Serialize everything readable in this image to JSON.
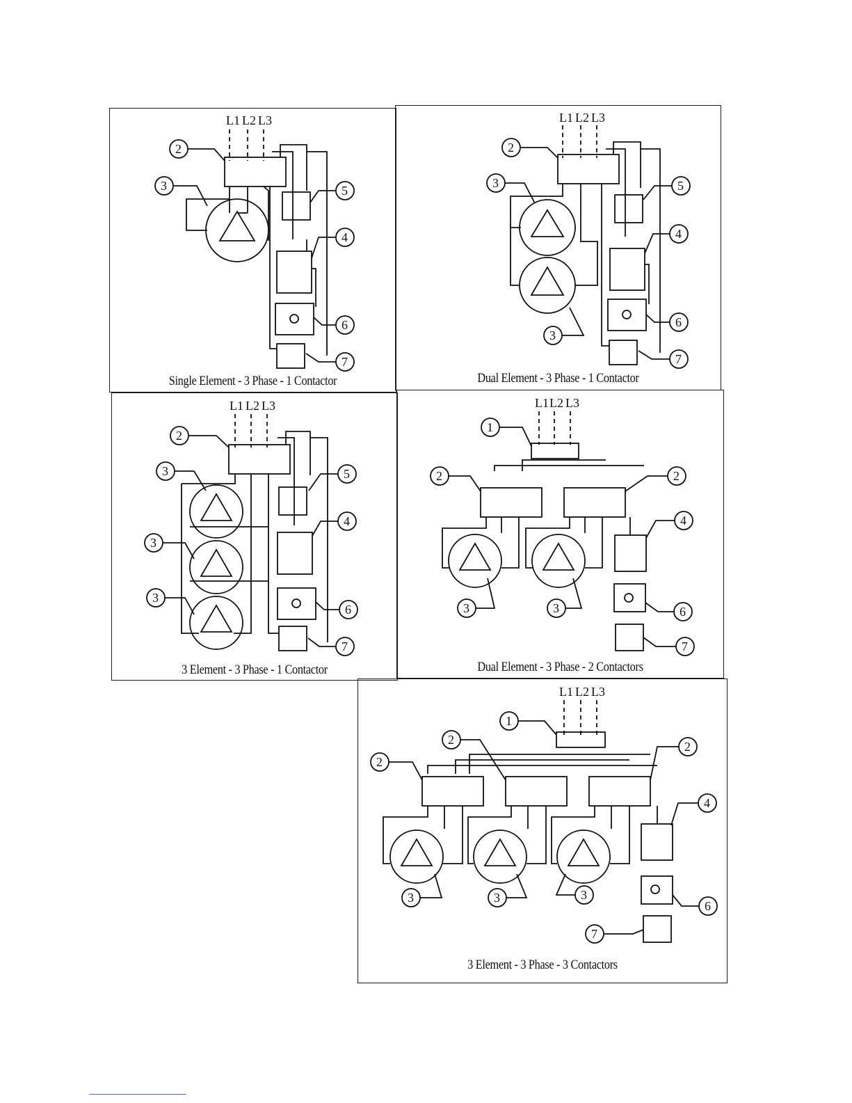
{
  "panels": [
    {
      "caption": "Single Element - 3 Phase - 1 Contactor",
      "lines": [
        "L1",
        "L2",
        "L3"
      ],
      "callouts": [
        "2",
        "3",
        "5",
        "4",
        "6",
        "7"
      ]
    },
    {
      "caption": "Dual Element - 3 Phase - 1 Contactor",
      "lines": [
        "L1",
        "L2",
        "L3"
      ],
      "callouts": [
        "2",
        "3",
        "5",
        "4",
        "3",
        "6",
        "7"
      ]
    },
    {
      "caption": "3 Element - 3 Phase - 1 Contactor",
      "lines": [
        "L1",
        "L2",
        "L3"
      ],
      "callouts": [
        "2",
        "3",
        "3",
        "3",
        "5",
        "4",
        "6",
        "7"
      ]
    },
    {
      "caption": "Dual Element - 3 Phase - 2 Contactors",
      "lines": [
        "L1",
        "L2",
        "L3"
      ],
      "callouts": [
        "1",
        "2",
        "2",
        "4",
        "3",
        "3",
        "6",
        "7"
      ]
    },
    {
      "caption": "3 Element - 3 Phase - 3 Contactors",
      "lines": [
        "L1",
        "L2",
        "L3"
      ],
      "callouts": [
        "1",
        "2",
        "2",
        "2",
        "4",
        "3",
        "3",
        "3",
        "6",
        "7"
      ]
    }
  ],
  "colors": {
    "ink": "#111111",
    "footer_rule": "#4a6fd0"
  }
}
